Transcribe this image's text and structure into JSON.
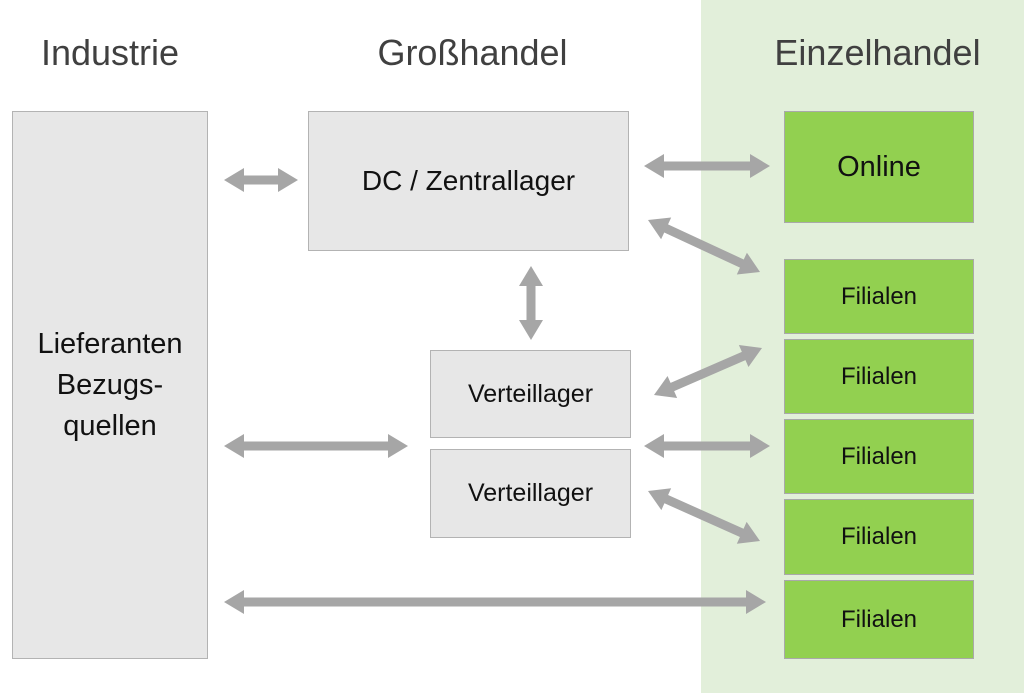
{
  "headers": {
    "industrie": "Industrie",
    "grosshandel": "Großhandel",
    "einzelhandel": "Einzelhandel"
  },
  "industrie": {
    "line1": "Lieferanten",
    "line2": "Bezugs-",
    "line3": "quellen"
  },
  "grosshandel": {
    "dc": "DC / Zentrallager",
    "verteillager_1": "Verteillager",
    "verteillager_2": "Verteillager"
  },
  "einzelhandel": {
    "online": "Online",
    "filialen": [
      "Filialen",
      "Filialen",
      "Filialen",
      "Filialen",
      "Filialen"
    ]
  },
  "colors": {
    "retail_background": "#e2efda",
    "retail_box": "#92d050",
    "wholesale_box": "#e7e7e7",
    "arrow": "#a6a6a6"
  }
}
